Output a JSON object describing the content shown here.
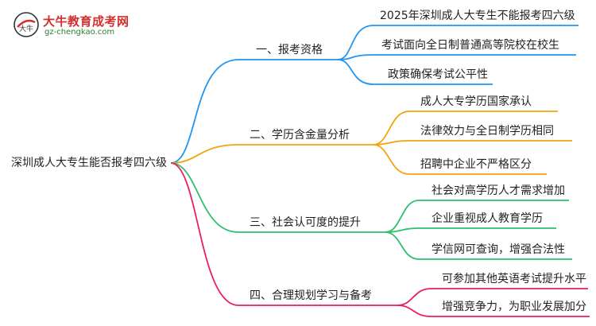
{
  "logo": {
    "title": "大牛教育成考网",
    "url": "gz-chengkao.com",
    "badge_text": "大牛"
  },
  "root": {
    "label": "深圳成人大专生能否报考四六级"
  },
  "branches": [
    {
      "label": "一、报考资格",
      "color": "#2196f3",
      "children": [
        {
          "label": "2025年深圳成人大专生不能报考四六级"
        },
        {
          "label": "考试面向全日制普通高等院校在校生"
        },
        {
          "label": "政策确保考试公平性"
        }
      ]
    },
    {
      "label": "二、学历含金量分析",
      "color": "#f2a30b",
      "children": [
        {
          "label": "成人大专学历国家承认"
        },
        {
          "label": "法律效力与全日制学历相同"
        },
        {
          "label": "招聘中企业不严格区分"
        }
      ]
    },
    {
      "label": "三、社会认可度的提升",
      "color": "#2fbf71",
      "children": [
        {
          "label": "社会对高学历人才需求增加"
        },
        {
          "label": "企业重视成人教育学历"
        },
        {
          "label": "学信网可查询，增强合法性"
        }
      ]
    },
    {
      "label": "四、合理规划学习与备考",
      "color": "#e91e63",
      "children": [
        {
          "label": "可参加其他英语考试提升水平"
        },
        {
          "label": "增强竞争力，为职业发展加分"
        }
      ]
    }
  ]
}
